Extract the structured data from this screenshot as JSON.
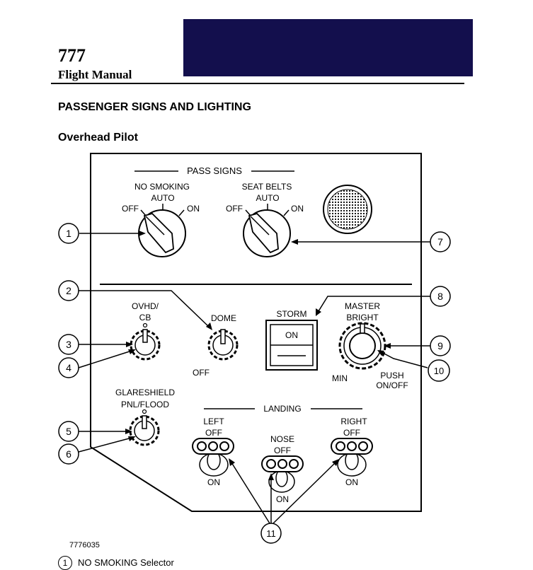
{
  "header": {
    "model": "777",
    "manual": "Flight Manual"
  },
  "section_title": "PASSENGER SIGNS AND LIGHTING",
  "subsection_title": "Overhead Pilot",
  "panel": {
    "pass_signs_title": "PASS SIGNS",
    "no_smoking": {
      "name": "NO SMOKING",
      "auto": "AUTO",
      "off": "OFF",
      "on": "ON"
    },
    "seat_belts": {
      "name": "SEAT BELTS",
      "auto": "AUTO",
      "off": "OFF",
      "on": "ON"
    },
    "ovhd_cb": {
      "line1": "OVHD/",
      "line2": "CB"
    },
    "dome": {
      "label": "DOME",
      "off": "OFF"
    },
    "storm": {
      "label": "STORM",
      "on": "ON"
    },
    "master_bright": {
      "line1": "MASTER",
      "line2": "BRIGHT",
      "min": "MIN",
      "push1": "PUSH",
      "push2": "ON/OFF"
    },
    "glareshield": {
      "line1": "GLARESHIELD",
      "line2": "PNL/FLOOD"
    },
    "landing": {
      "title": "LANDING",
      "left": {
        "name": "LEFT",
        "off": "OFF",
        "on": "ON"
      },
      "nose": {
        "name": "NOSE",
        "off": "OFF",
        "on": "ON"
      },
      "right": {
        "name": "RIGHT",
        "off": "OFF",
        "on": "ON"
      }
    }
  },
  "callouts": [
    "1",
    "2",
    "3",
    "4",
    "5",
    "6",
    "7",
    "8",
    "9",
    "10",
    "11"
  ],
  "figure_id": "7776035",
  "footer": {
    "number": "1",
    "text": "NO SMOKING Selector"
  },
  "colors": {
    "header_band": "#130f4d"
  }
}
